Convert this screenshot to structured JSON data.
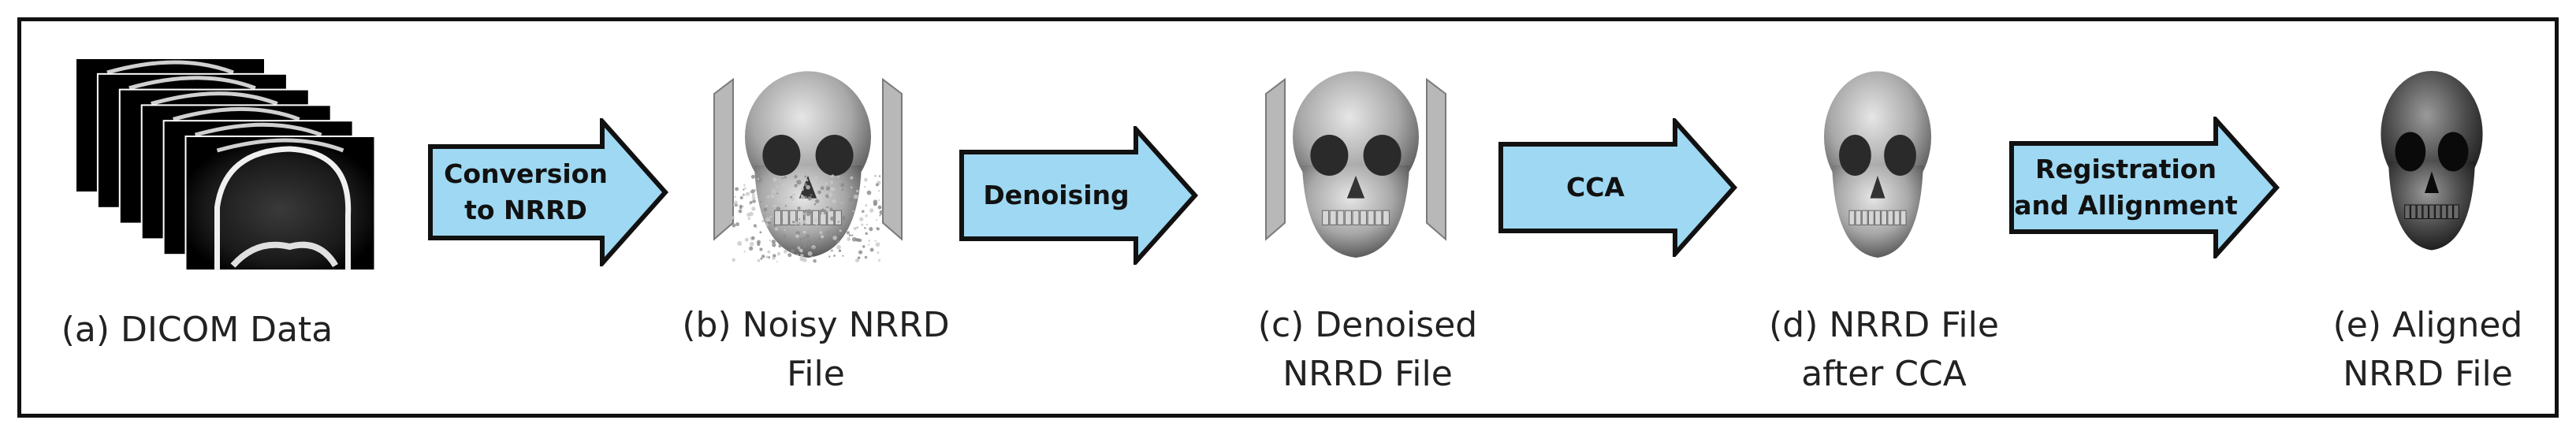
{
  "palette": {
    "frame": "#111111",
    "arrow_fill": "#9fd8f2",
    "arrow_stroke": "#111111",
    "skull_light": "#d8d8d8",
    "skull_dark": "#3a3a3a",
    "dicom_bg": "#000000"
  },
  "stages": [
    {
      "id": "dicom",
      "icon": "dicom-slices-icon",
      "caption_lines": [
        "(a) DICOM Data"
      ]
    },
    {
      "id": "noisy",
      "icon": "noisy-skull-icon",
      "caption_lines": [
        "(b) Noisy NRRD",
        "File"
      ]
    },
    {
      "id": "denoised",
      "icon": "denoised-skull-icon",
      "caption_lines": [
        "(c) Denoised",
        "NRRD File"
      ]
    },
    {
      "id": "cca",
      "icon": "cca-skull-icon",
      "caption_lines": [
        "(d) NRRD File",
        "after CCA"
      ]
    },
    {
      "id": "aligned",
      "icon": "aligned-skull-icon",
      "caption_lines": [
        "(e) Aligned",
        "NRRD File"
      ]
    }
  ],
  "arrows": [
    {
      "id": "conversion",
      "label_lines": [
        "Conversion",
        "to NRRD"
      ]
    },
    {
      "id": "denoising",
      "label_lines": [
        "Denoising"
      ]
    },
    {
      "id": "cca",
      "label_lines": [
        "CCA"
      ]
    },
    {
      "id": "registration",
      "label_lines": [
        "Registration",
        "and Allignment"
      ]
    }
  ]
}
